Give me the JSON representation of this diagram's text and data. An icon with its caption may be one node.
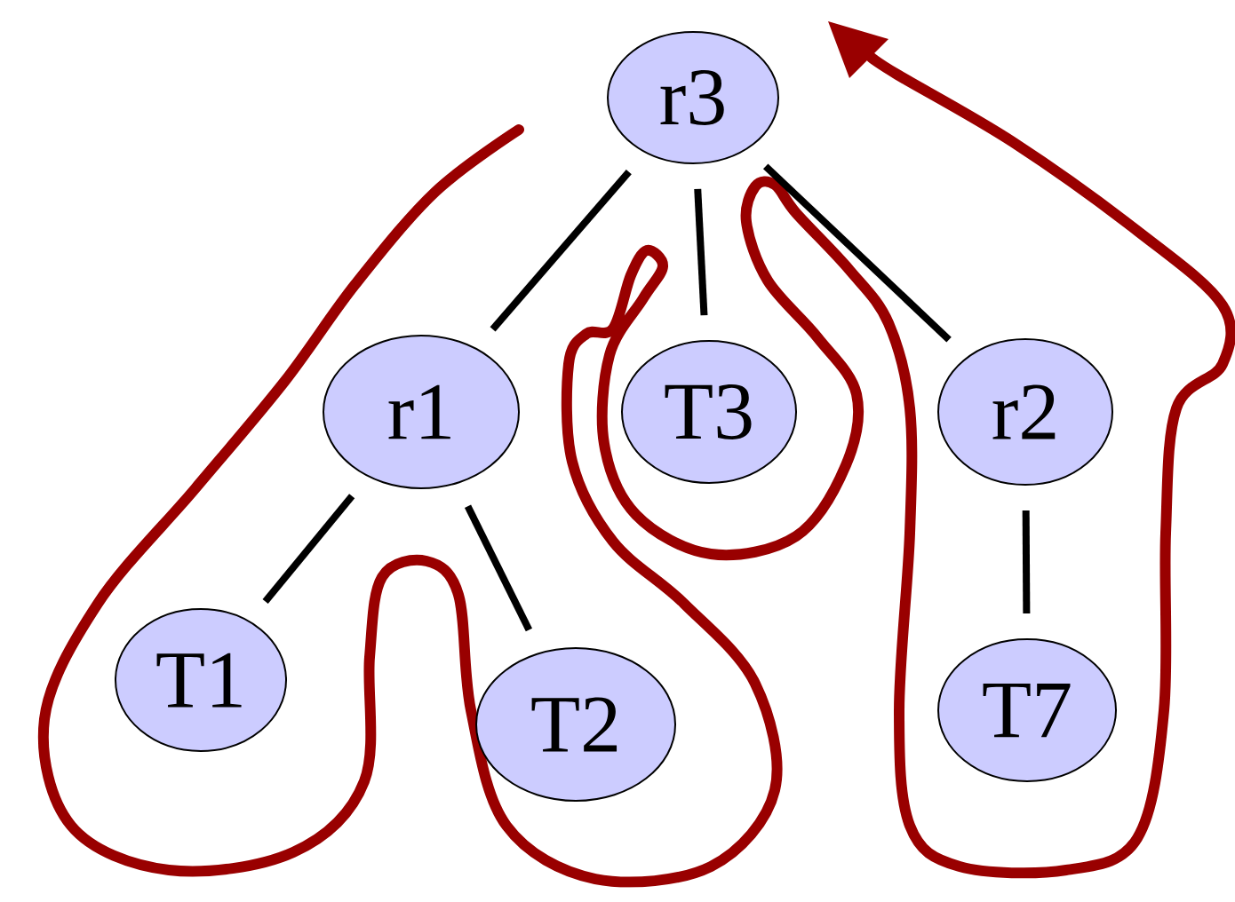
{
  "diagram": {
    "nodes": [
      {
        "text": [
          "r3"
        ]
      },
      {
        "text": [
          "r1"
        ]
      },
      {
        "text": [
          "T3"
        ]
      },
      {
        "text": [
          "r2"
        ]
      },
      {
        "text": [
          "T1"
        ]
      },
      {
        "text": [
          "T2"
        ]
      },
      {
        "text": [
          "T7"
        ]
      }
    ],
    "edges": [
      {
        "from": 0,
        "to": 1,
        "arrow": "none"
      },
      {
        "from": 0,
        "to": 2,
        "arrow": "none"
      },
      {
        "from": 0,
        "to": 3,
        "arrow": "none"
      },
      {
        "from": 1,
        "to": 4,
        "arrow": "none"
      },
      {
        "from": 1,
        "to": 5,
        "arrow": "none"
      },
      {
        "from": 3,
        "to": 6,
        "arrow": "none"
      }
    ]
  }
}
